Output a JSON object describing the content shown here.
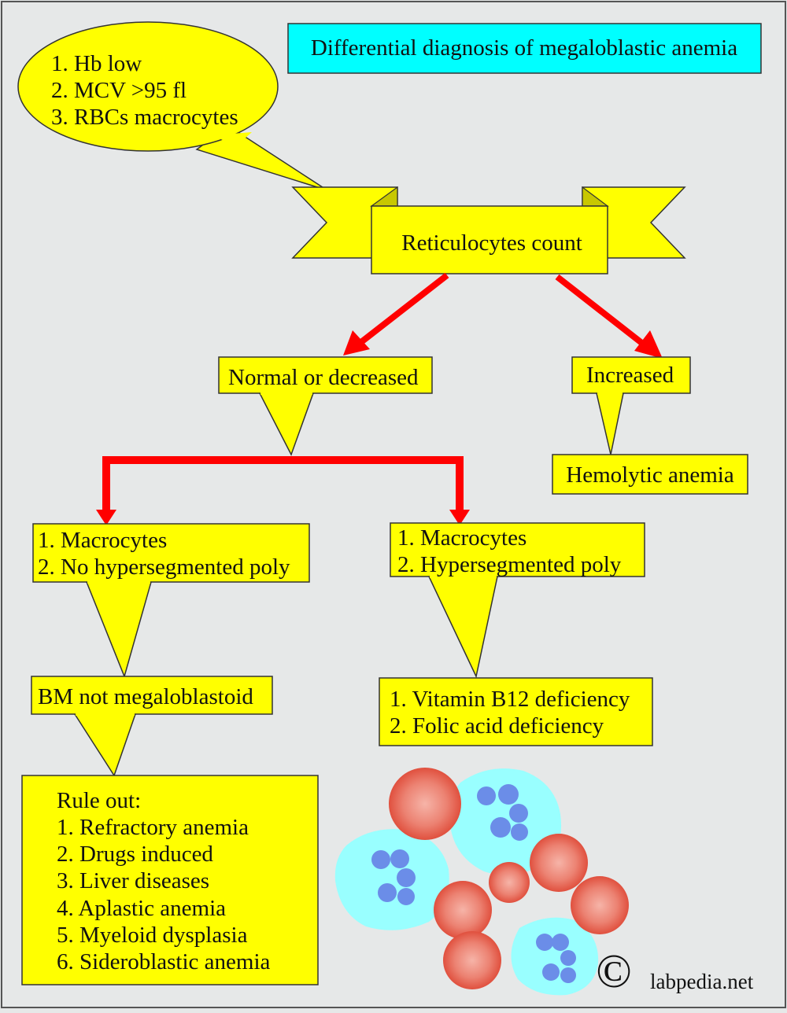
{
  "title": "Differential diagnosis of megaloblastic anemia",
  "criteria_bubble": {
    "lines": [
      "1. Hb low",
      "2. MCV >95 fl",
      "3. RBCs macrocytes"
    ]
  },
  "banner": {
    "label": "Reticulocytes count"
  },
  "branches": {
    "normal_or_decreased": "Normal or decreased",
    "increased": "Increased",
    "hemolytic_anemia": "Hemolytic anemia"
  },
  "no_hypersegmented": {
    "lines": [
      "1. Macrocytes",
      "2. No hypersegmented poly"
    ]
  },
  "hypersegmented": {
    "lines": [
      "1. Macrocytes",
      "2. Hypersegmented poly"
    ]
  },
  "bm_not_megaloblastoid": "BM not megaloblastoid",
  "deficiencies": {
    "lines": [
      "1. Vitamin B12 deficiency",
      "2. Folic acid deficiency"
    ]
  },
  "rule_out": {
    "heading": "Rule out:",
    "items": [
      "1. Refractory anemia",
      "2. Drugs induced",
      "3. Liver diseases",
      "4. Aplastic anemia",
      "5. Myeloid dysplasia",
      "6. Sideroblastic anemia"
    ]
  },
  "copyright_symbol": "©",
  "watermark": "labpedia.net",
  "colors": {
    "background": "#e6e8e8",
    "box_fill": "#ffff00",
    "title_fill": "#00ffff",
    "arrow": "#ff0000",
    "rbc": "#e86a5a",
    "neutrophil_cytoplasm": "#99ffff",
    "neutrophil_nucleus": "#6b8de8"
  }
}
